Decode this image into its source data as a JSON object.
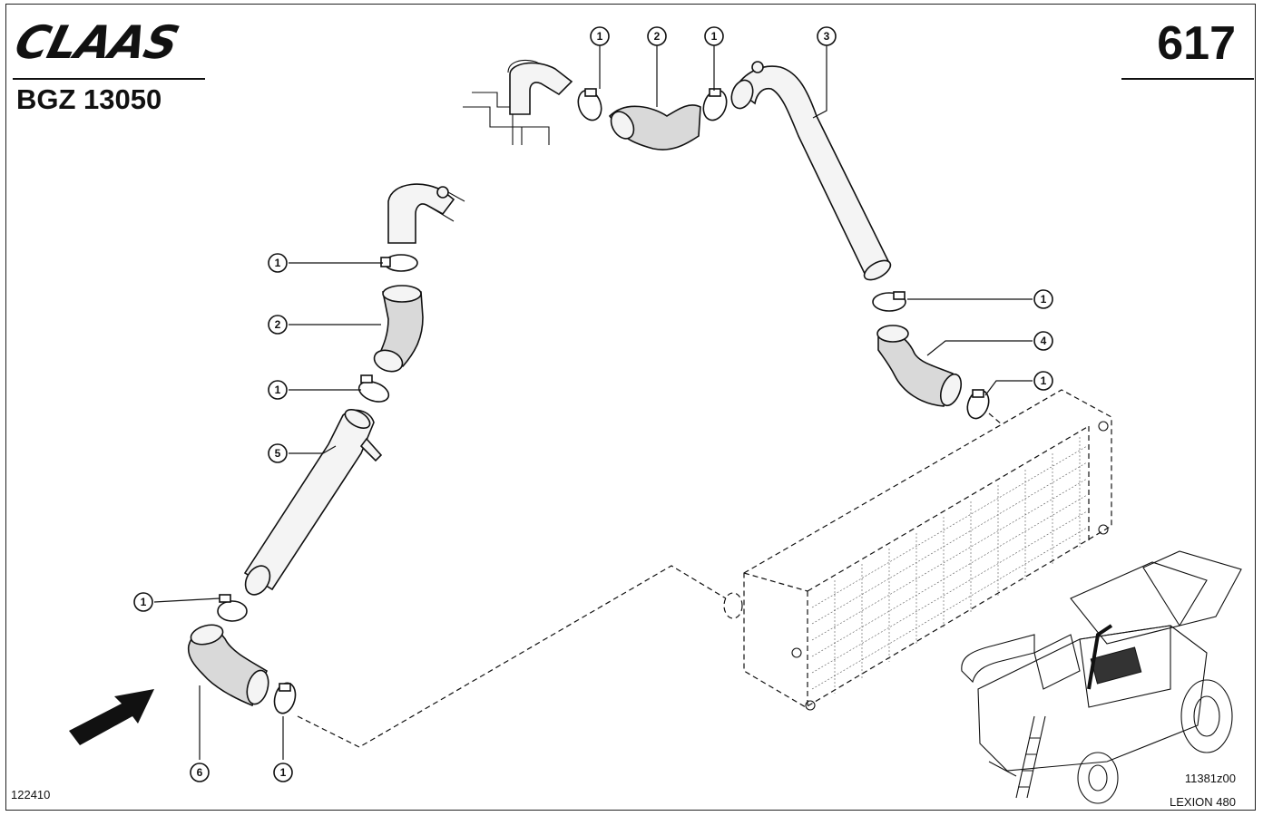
{
  "header": {
    "brand": "CLAAS",
    "document_number": "BGZ 13050",
    "page_number": "617"
  },
  "footer": {
    "drawing_code": "122410",
    "image_code": "11381z00",
    "model": "LEXION 480"
  },
  "callouts": [
    "1",
    "2",
    "1",
    "3",
    "1",
    "2",
    "1",
    "5",
    "1",
    "6",
    "1",
    "1",
    "4",
    "1"
  ]
}
